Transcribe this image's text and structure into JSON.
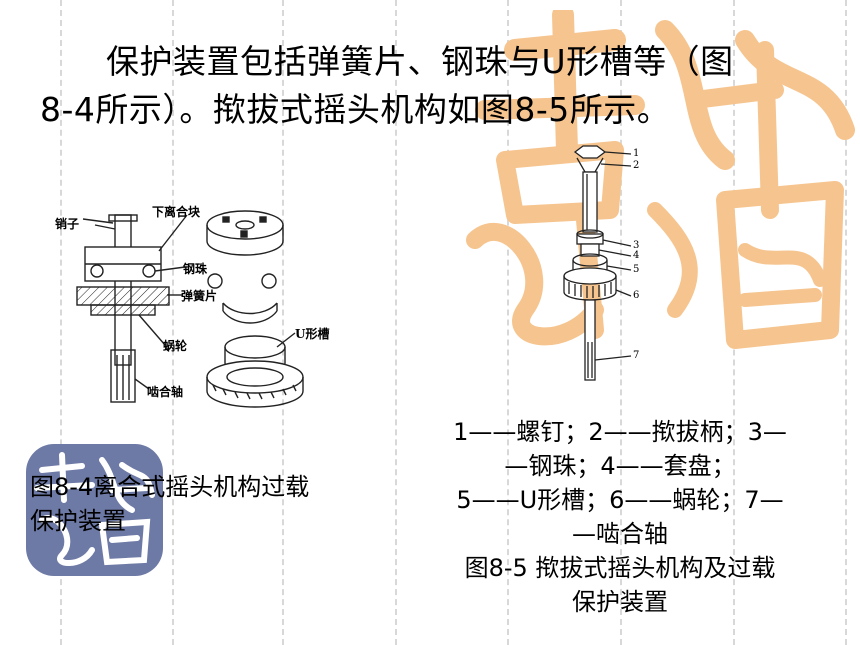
{
  "paragraph": {
    "line1": "保护装置包括弹簧片、钢珠与U形槽等（图",
    "line2": "8-4所示）。揿拔式摇头机构如图8-5所示。"
  },
  "figure_8_4": {
    "labels": {
      "pin": "销子",
      "lower_clutch": "下离合块",
      "steel_ball": "钢珠",
      "spring_leaf": "弹簧片",
      "worm_wheel": "蜗轮",
      "u_groove": "U形槽",
      "mesh_shaft": "啮合轴"
    },
    "caption": "图8-4离合式摇头机构过载保护装置"
  },
  "figure_8_5": {
    "part_numbers": [
      "1",
      "2",
      "3",
      "4",
      "5",
      "6",
      "7"
    ],
    "legend_lines": [
      "1——螺钉；2——揿拔柄；3—",
      "—钢珠；4——套盘；",
      "5——U形槽；6——蜗轮；7—",
      "—啮合轴"
    ],
    "caption_lines": [
      "图8-5  揿拔式摇头机构及过载",
      "保护装置"
    ]
  },
  "colors": {
    "seal_orange": "#f6c58f",
    "seal_purple": "#6e7aa6"
  }
}
